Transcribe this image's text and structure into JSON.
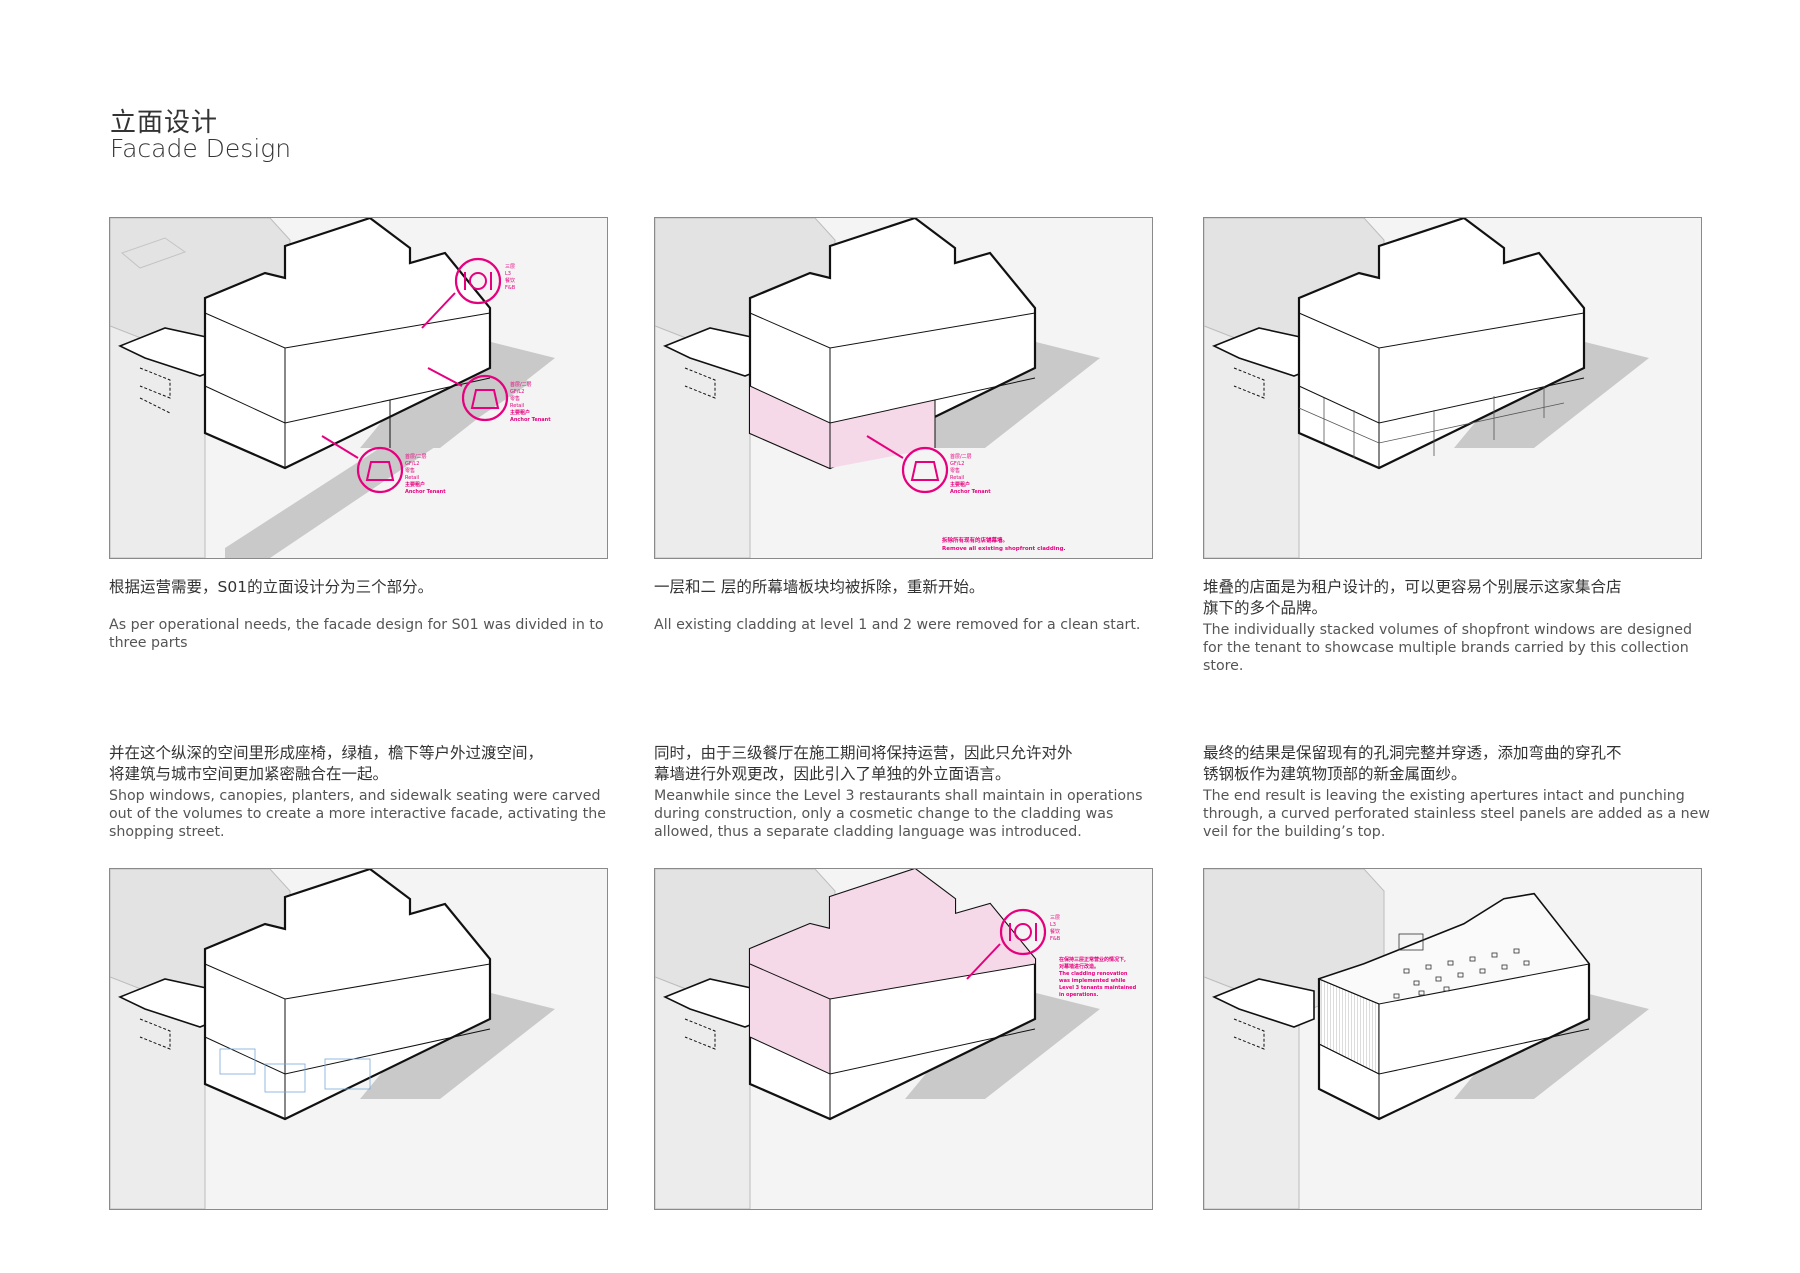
{
  "header": {
    "title_zh": "立面设计",
    "title_en": "Facade Design"
  },
  "colors": {
    "accent": "#e6007e",
    "pink_fill": "#f5d9e8",
    "shadow": "#c9c9c9",
    "context": "#e3e3e3",
    "line": "#111111"
  },
  "panels": [
    {
      "labels": {
        "fb_zh": "三层",
        "fb_l": "L3",
        "fb_cat": "餐饮",
        "fb_en": "F&B",
        "r1_zh": "首层/二层",
        "r1_l": "GF/L2",
        "r1_cat": "零售",
        "r1_en": "Retail",
        "r1_t": "主要租户",
        "r1_ten": "Anchor Tenant",
        "r2_zh": "首层/二层",
        "r2_l": "GF/L2",
        "r2_cat": "零售",
        "r2_en": "Retail",
        "r2_t": "主要租户",
        "r2_ten": "Anchor Tenant"
      }
    },
    {
      "labels": {
        "r_zh": "首层/二层",
        "r_l": "GF/L2",
        "r_cat": "零售",
        "r_en": "Retail",
        "r_t": "主要租户",
        "r_ten": "Anchor Tenant",
        "note_zh": "拆除所有现有的店铺幕墙。",
        "note_en": "Remove all existing shopfront cladding."
      }
    },
    {},
    {},
    {
      "labels": {
        "fb_zh": "三层",
        "fb_l": "L3",
        "fb_cat": "餐饮",
        "fb_en": "F&B",
        "note_zh1": "在保持三层正常营业的情况下,",
        "note_zh2": "对幕墙进行改造。",
        "note_en1": "The cladding renovation",
        "note_en2": "was implemented while",
        "note_en3": "Level 3 tenants maintained",
        "note_en4": "in operations."
      }
    },
    {}
  ],
  "captions": [
    {
      "zh": [
        "根据运营需要，S01的立面设计分为三个部分。"
      ],
      "en": [
        "As per operational needs, the facade design for S01 was divided in to",
        "three parts"
      ]
    },
    {
      "zh": [
        "一层和二 层的所幕墙板块均被拆除，重新开始。"
      ],
      "en": [
        "All existing cladding at level 1 and 2 were removed for a clean start."
      ]
    },
    {
      "zh": [
        "堆叠的店面是为租户设计的，可以更容易个别展示这家集合店",
        "旗下的多个品牌。"
      ],
      "en": [
        "The individually stacked volumes of shopfront windows are designed",
        "for the tenant to showcase multiple brands carried by this collection",
        "store."
      ]
    },
    {
      "zh": [
        "并在这个纵深的空间里形成座椅，绿植，檐下等户外过渡空间，",
        "将建筑与城市空间更加紧密融合在一起。"
      ],
      "en": [
        "Shop windows, canopies, planters, and sidewalk seating were carved",
        "out of the volumes to create a more interactive facade, activating the",
        "shopping street."
      ]
    },
    {
      "zh": [
        "同时，由于三级餐厅在施工期间将保持运营，因此只允许对外",
        "幕墙进行外观更改，因此引入了单独的外立面语言。"
      ],
      "en": [
        "Meanwhile since the Level 3 restaurants shall maintain in operations",
        "during construction, only a cosmetic change to the cladding was",
        "allowed, thus a separate cladding language was introduced."
      ]
    },
    {
      "zh": [
        "最终的结果是保留现有的孔洞完整并穿透，添加弯曲的穿孔不",
        "锈钢板作为建筑物顶部的新金属面纱。"
      ],
      "en": [
        "The end result is leaving the existing apertures intact and punching",
        "through, a curved perforated stainless steel panels are added as a new",
        "veil for the building’s top."
      ]
    }
  ]
}
